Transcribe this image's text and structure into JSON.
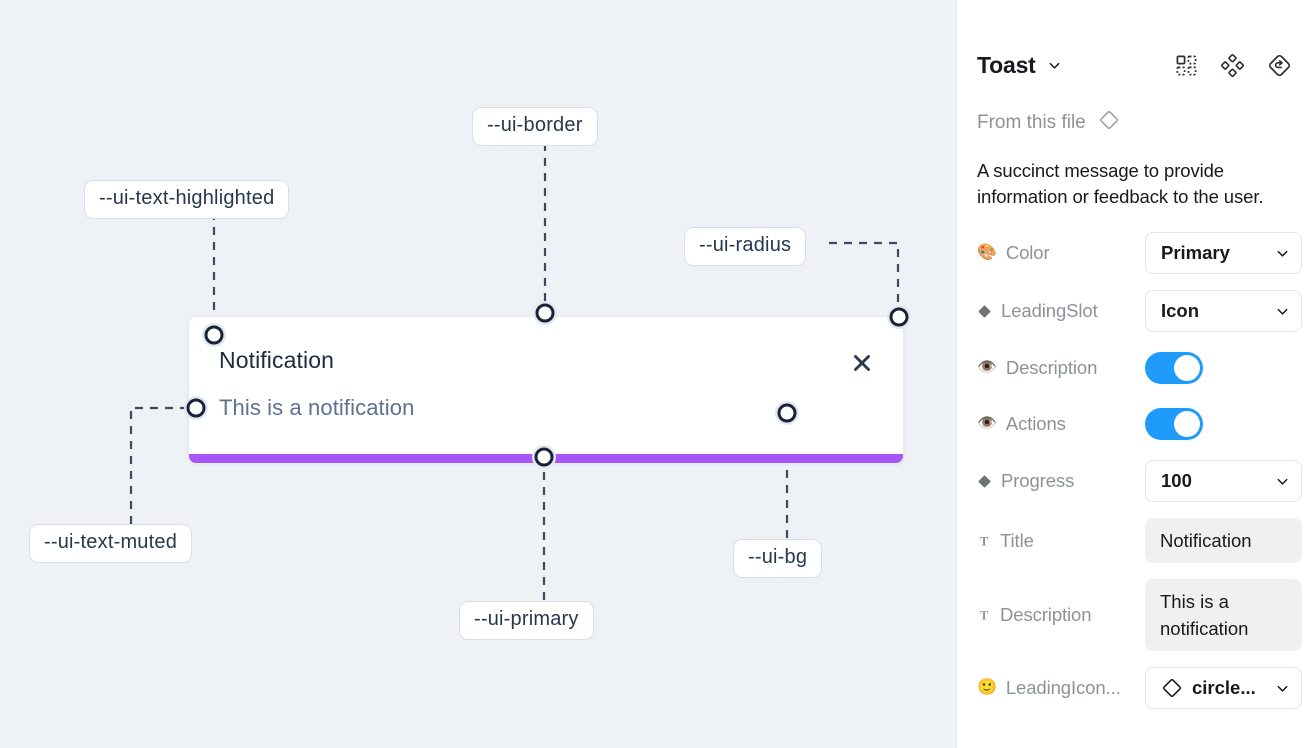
{
  "canvas": {
    "background_color": "#EEF1F6",
    "toast": {
      "title": "Notification",
      "description": "This is a notification",
      "close_icon": "close-icon",
      "progress_color": "#A855F7",
      "background_color": "#FFFFFF"
    },
    "annotations": [
      {
        "id": "ui-text-highlighted",
        "label": "--ui-text-highlighted"
      },
      {
        "id": "ui-border",
        "label": "--ui-border"
      },
      {
        "id": "ui-radius",
        "label": "--ui-radius"
      },
      {
        "id": "ui-text-muted",
        "label": "--ui-text-muted"
      },
      {
        "id": "ui-primary",
        "label": "--ui-primary"
      },
      {
        "id": "ui-bg",
        "label": "--ui-bg"
      }
    ]
  },
  "panel": {
    "title": "Toast",
    "header_icons": [
      "variants-grid-icon",
      "four-diamond-icon",
      "reset-instance-icon"
    ],
    "from_file_label": "From this file",
    "from_file_icon": "component-diamond-icon",
    "description": "A succinct message to provide information or feedback to the user.",
    "properties": [
      {
        "emoji": "🎨",
        "icon": "palette-icon",
        "label": "Color",
        "type": "select",
        "value": "Primary"
      },
      {
        "emoji": "◆",
        "icon": "diamond-icon",
        "label": "LeadingSlot",
        "type": "select",
        "value": "Icon"
      },
      {
        "emoji": "👁",
        "icon": "eye-icon",
        "label": "Description",
        "type": "toggle",
        "value": "on"
      },
      {
        "emoji": "👁",
        "icon": "eye-icon",
        "label": "Actions",
        "type": "toggle",
        "value": "on"
      },
      {
        "emoji": "◆",
        "icon": "diamond-icon",
        "label": "Progress",
        "type": "select",
        "value": "100"
      },
      {
        "emoji": "T",
        "icon": "text-icon",
        "label": "Title",
        "type": "text",
        "value": "Notification"
      },
      {
        "emoji": "T",
        "icon": "text-icon",
        "label": "Description",
        "type": "text",
        "value": "This is a notification"
      },
      {
        "emoji": "🙂",
        "icon": "smiley-icon",
        "label": "LeadingIcon...",
        "type": "select-icon",
        "value": "circle..."
      }
    ],
    "accent_color": "#1E9BFB"
  }
}
